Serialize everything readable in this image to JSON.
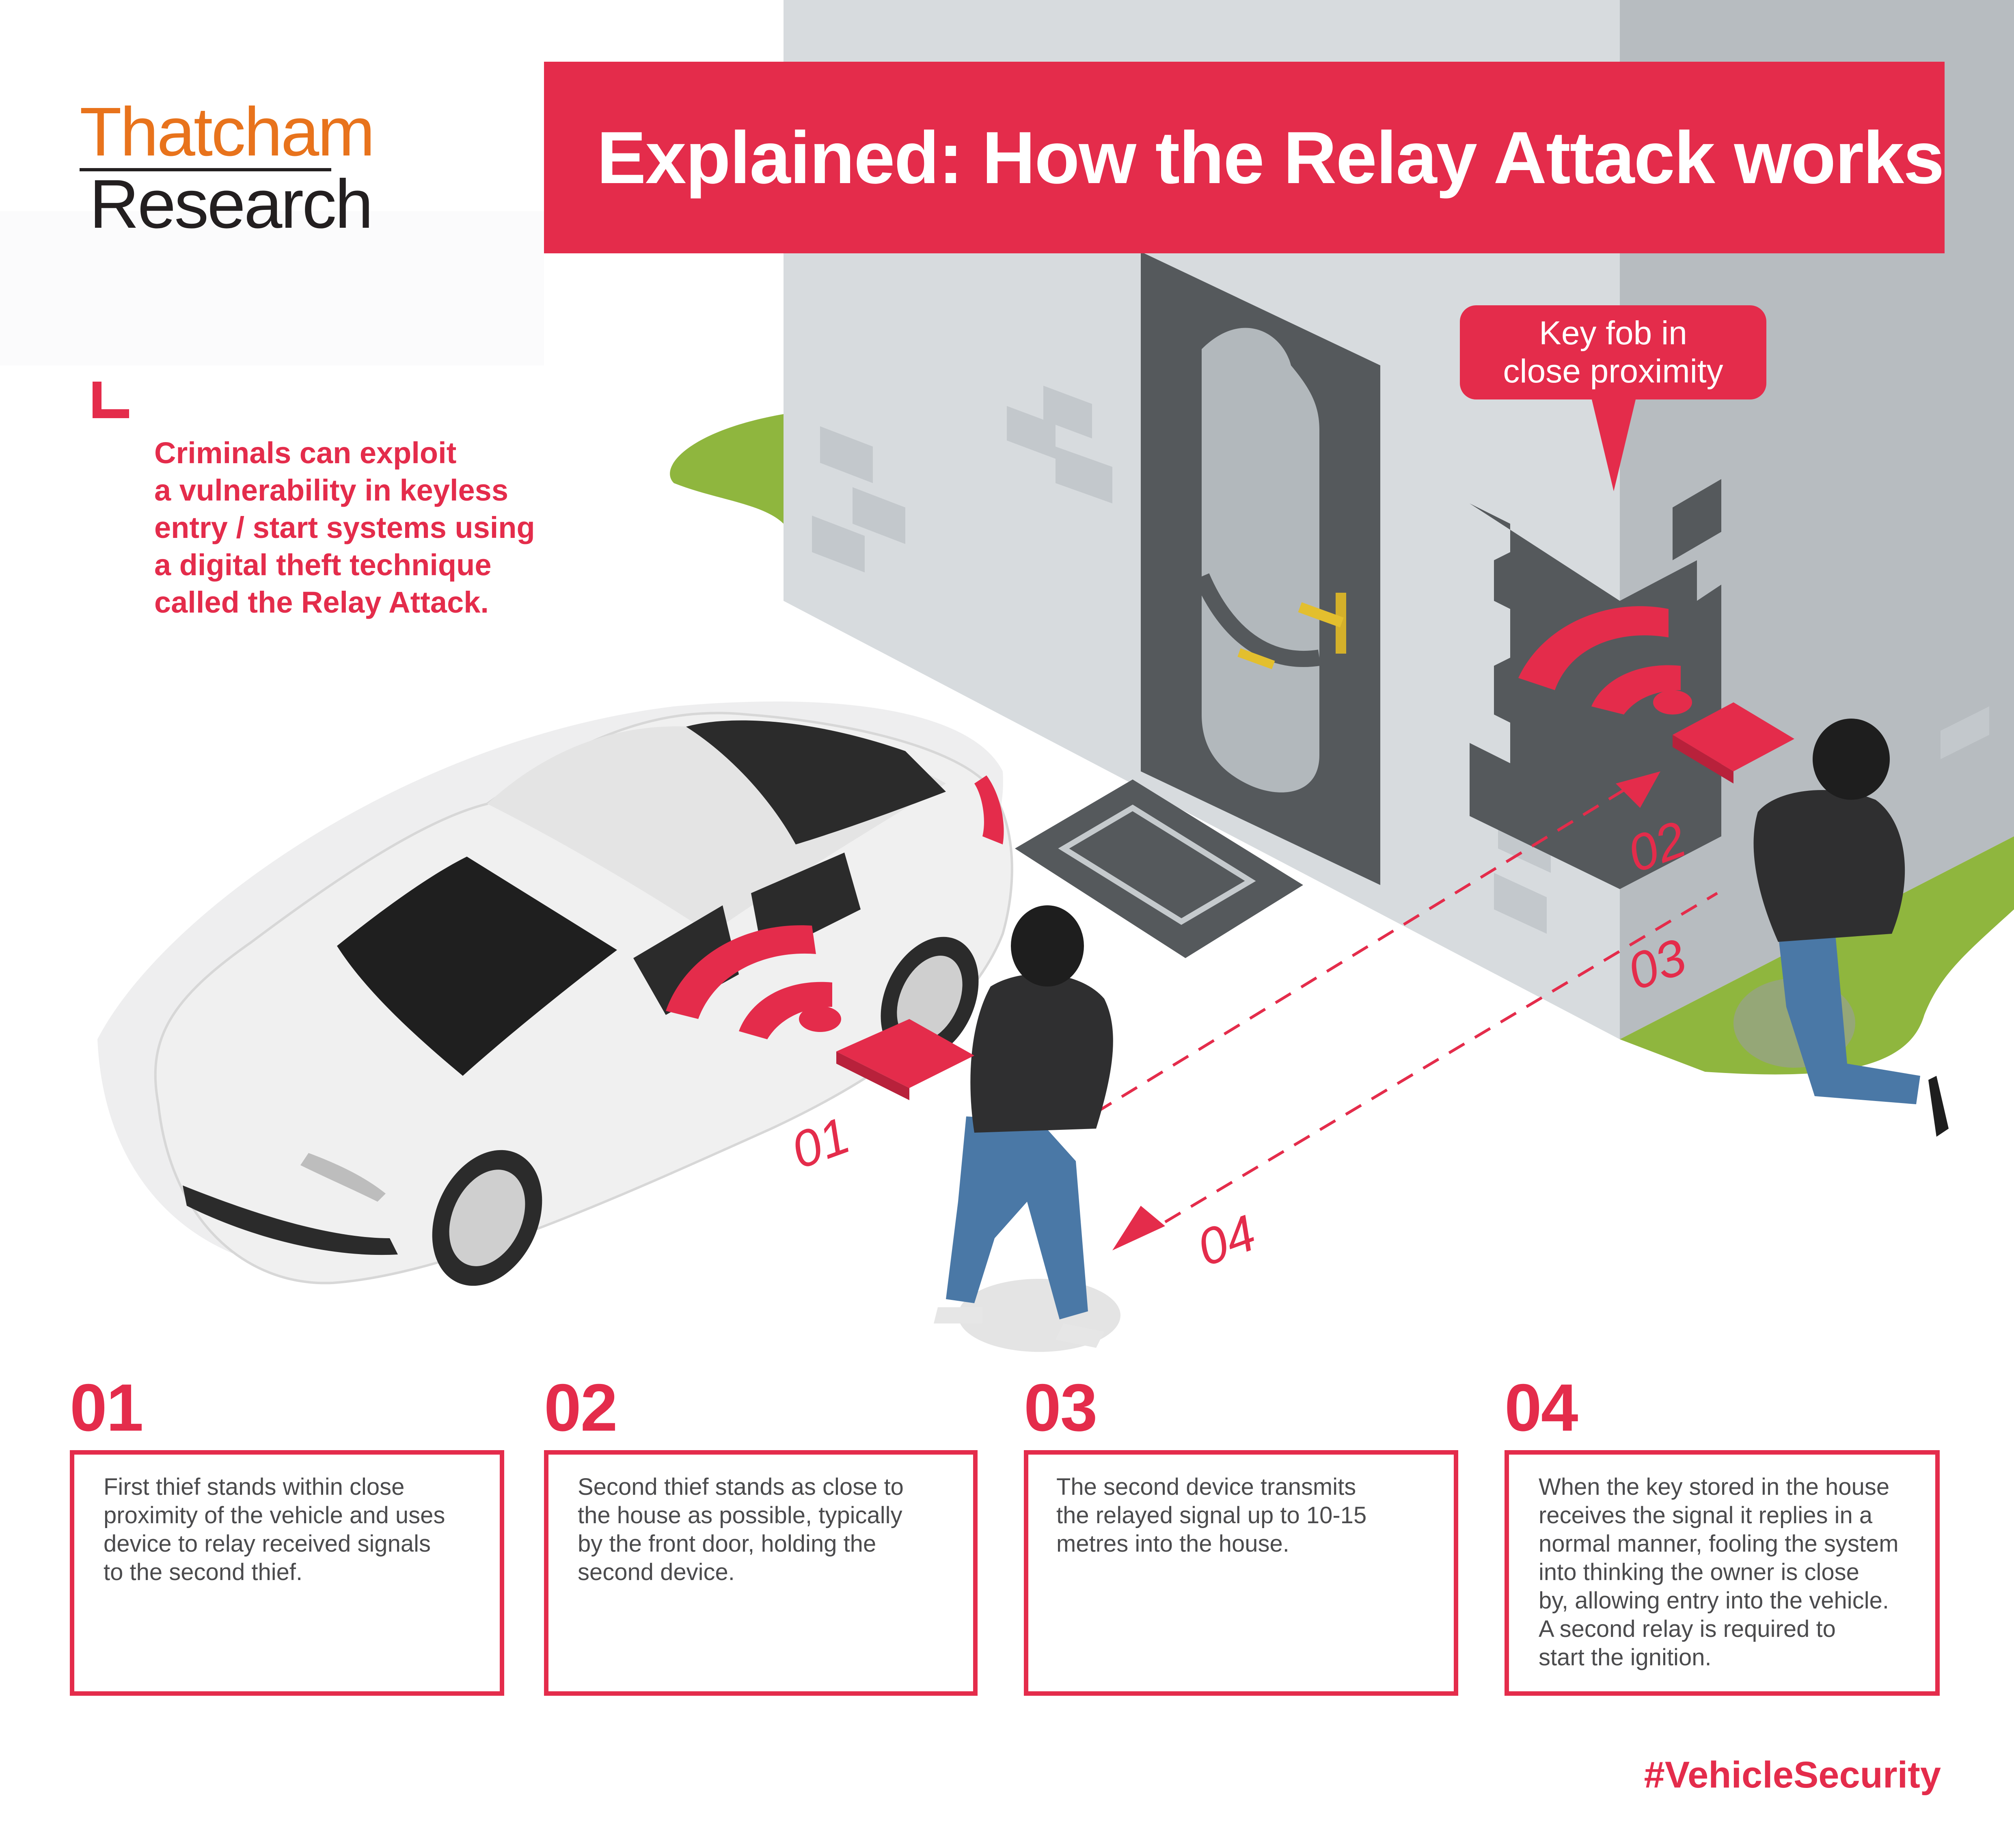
{
  "logo": {
    "line1": "Thatcham",
    "line2": "Research"
  },
  "title": "Explained: How the Relay Attack works",
  "intro": [
    "Criminals can exploit",
    "a vulnerability in keyless",
    "entry / start systems using",
    "a digital theft technique",
    "called the Relay Attack."
  ],
  "callout": [
    "Key fob in",
    "close proximity"
  ],
  "scene_labels": {
    "l01": "01",
    "l02": "02",
    "l03": "03",
    "l04": "04"
  },
  "steps": [
    {
      "number": "01",
      "lines": [
        "First thief stands within close",
        "proximity of the vehicle and uses",
        "device to relay received signals",
        "to the second thief."
      ]
    },
    {
      "number": "02",
      "lines": [
        "Second thief stands as close to",
        "the house as possible, typically",
        "by the front door, holding the",
        "second device."
      ]
    },
    {
      "number": "03",
      "lines": [
        "The second device transmits",
        "the relayed signal up to 10-15",
        "metres into the house."
      ]
    },
    {
      "number": "04",
      "lines": [
        "When the key stored in the house",
        "receives the signal it replies in a",
        "normal manner, fooling the system",
        "into thinking the owner is close",
        "by, allowing entry into the vehicle.",
        "A second relay is required to",
        "start the ignition."
      ]
    }
  ],
  "hashtag": "#VehicleSecurity",
  "colors": {
    "accent": "#e42c4b",
    "logo_orange": "#e8731c",
    "wall": "#cdd3d8",
    "door": "#55595c",
    "grass": "#8fb63e"
  }
}
